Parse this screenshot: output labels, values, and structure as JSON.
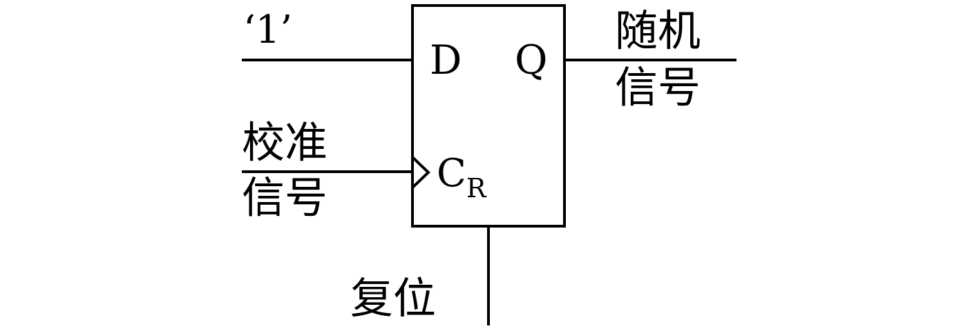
{
  "diagram": {
    "type": "D flip-flop",
    "colors": {
      "stroke": "#000000",
      "background": "#ffffff"
    },
    "block": {
      "pin_d": "D",
      "pin_q": "Q",
      "pin_clock": "C",
      "pin_clock_sub": "R"
    },
    "inputs": {
      "d_input_label": "‘1’",
      "clock_label_line1": "校准",
      "clock_label_line2": "信号"
    },
    "outputs": {
      "q_label_line1": "随机",
      "q_label_line2": "信号"
    },
    "reset": {
      "label": "复位"
    }
  }
}
